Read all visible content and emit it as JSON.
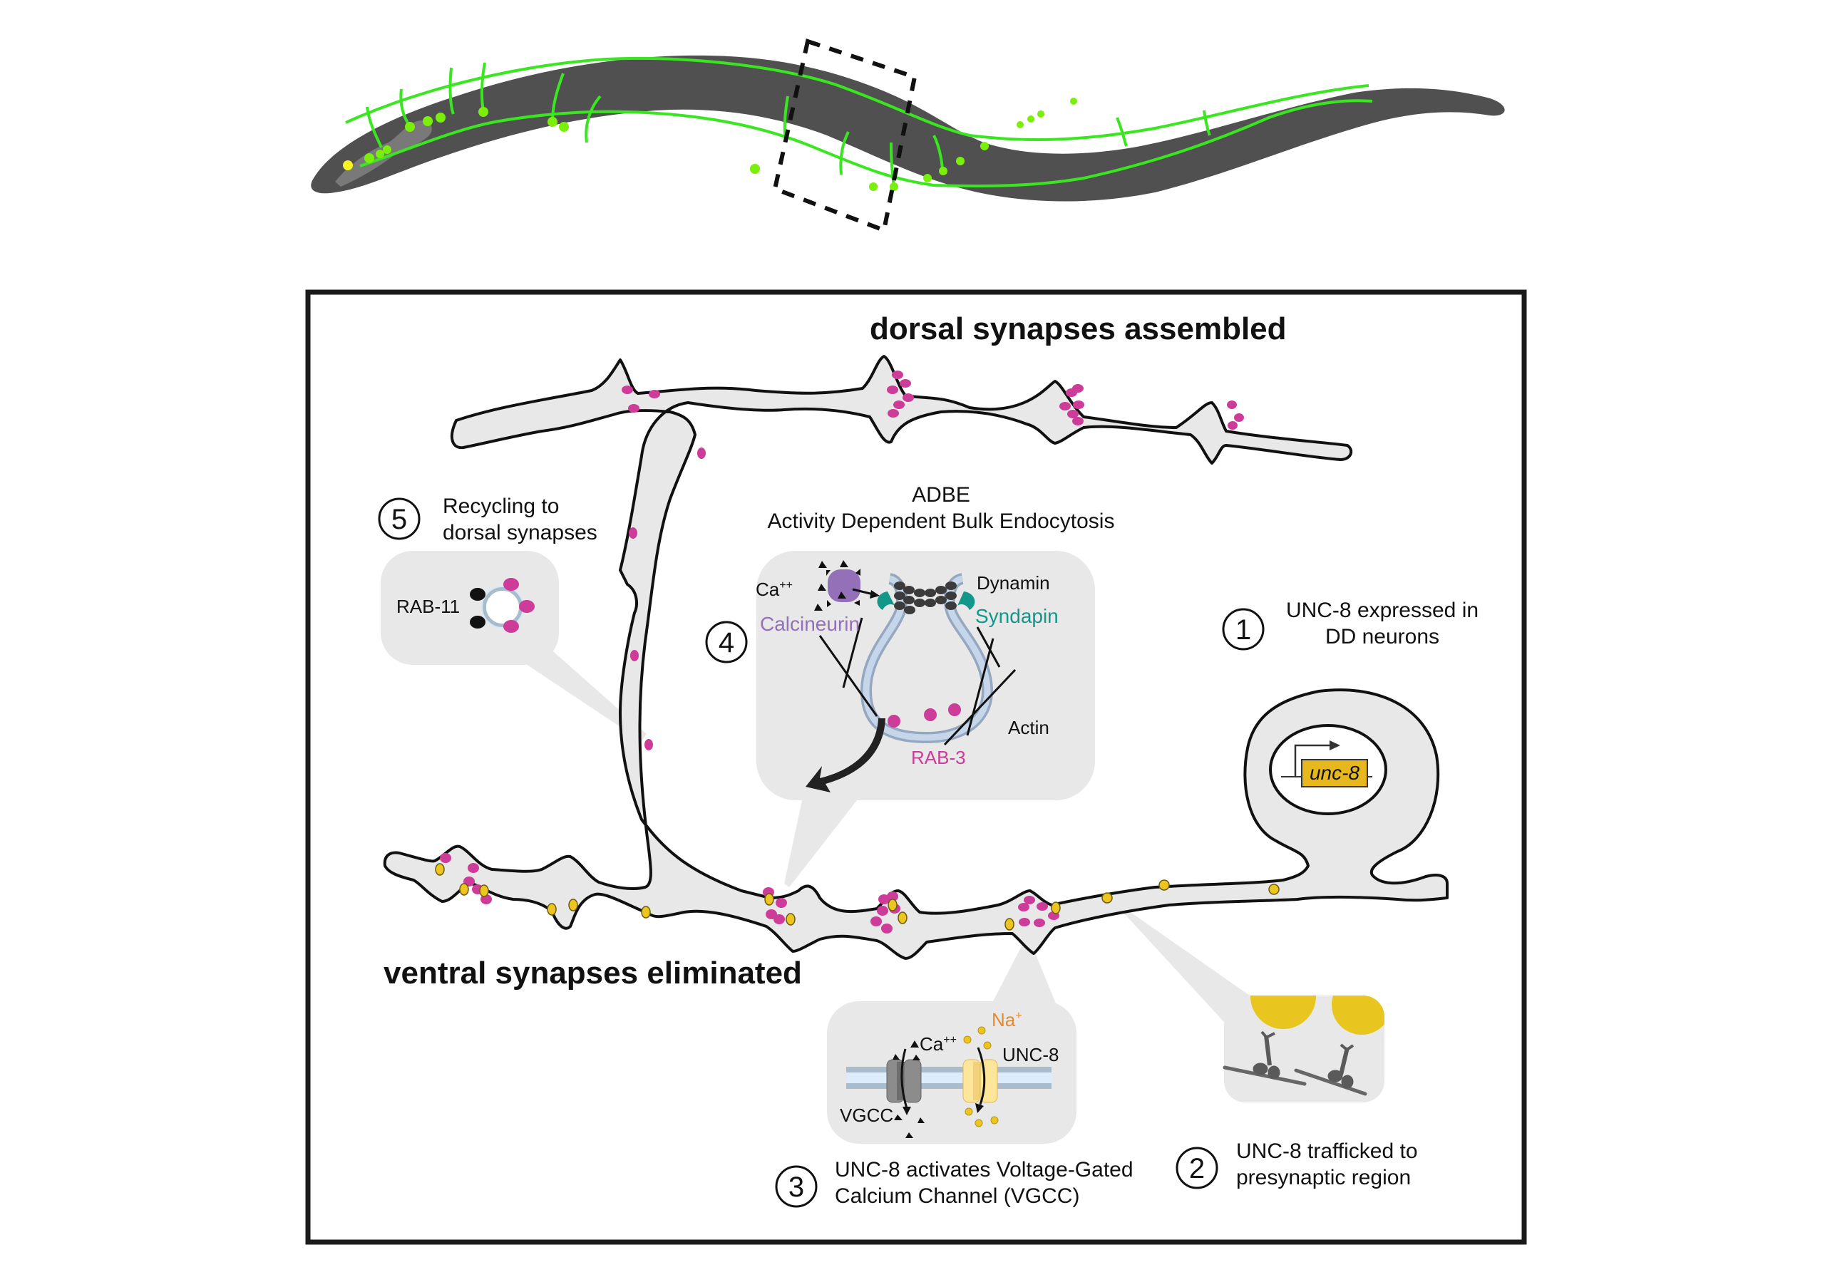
{
  "figure": {
    "colors": {
      "worm_body": "#505050",
      "neuron_green": "#39e61f",
      "synapse_green": "#7af00a",
      "head_yellow": "#f5f520",
      "neurite_fill": "#e8e8e8",
      "rab3_magenta": "#cc3c98",
      "unc8_yellow": "#ecc51f",
      "callout_gray": "#e8e8e8",
      "calcineurin_purple": "#9370b8",
      "syndapin_teal": "#12978a",
      "membrane_blue": "#c5d5ea",
      "na_orange": "#e58a2f",
      "gene_box": "#e6b81e"
    },
    "headings": {
      "dorsal": "dorsal synapses assembled",
      "ventral": "ventral synapses eliminated"
    },
    "steps": [
      {
        "number": "1",
        "line1": "UNC-8 expressed in",
        "line2": "DD neurons"
      },
      {
        "number": "2",
        "line1": "UNC-8 trafficked to",
        "line2": "presynaptic region"
      },
      {
        "number": "3",
        "line1": "UNC-8 activates Voltage-Gated",
        "line2": "Calcium Channel (VGCC)"
      },
      {
        "number": "4",
        "title1": "ADBE",
        "title2": "Activity Dependent Bulk Endocytosis"
      },
      {
        "number": "5",
        "line1": "Recycling to",
        "line2": "dorsal synapses"
      }
    ],
    "labels": {
      "gene": "unc-8",
      "rab11": "RAB-11",
      "ca": "Ca",
      "ca_charge": "++",
      "calcineurin": "Calcineurin",
      "dynamin": "Dynamin",
      "syndapin": "Syndapin",
      "actin": "Actin",
      "rab3": "RAB-3",
      "na": "Na",
      "na_charge": "+",
      "unc8_channel": "UNC-8",
      "vgcc": "VGCC"
    }
  }
}
